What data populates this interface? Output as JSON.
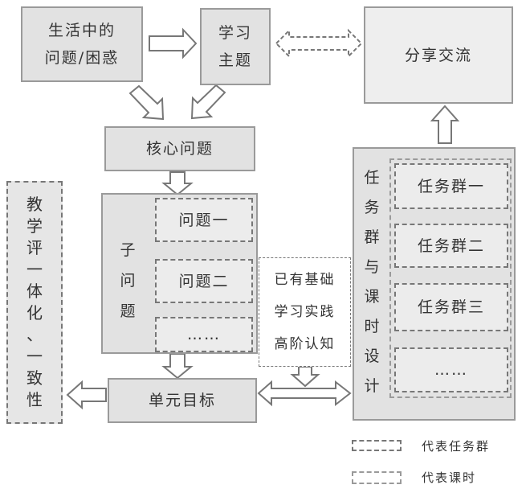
{
  "nodes": {
    "life_problem": "生活中的\n问题/困惑",
    "learning_theme": "学习\n主题",
    "share": "分享交流",
    "core_question": "核心问题",
    "sub_question_label": "子\n问\n题",
    "question_one": "问题一",
    "question_two": "问题二",
    "question_more": "……",
    "prior": "已有基础\n学习实践\n高阶认知",
    "unit_goal": "单元目标",
    "task_design": "任\n务\n群\n与\n课\n时\n设\n计",
    "task_group_1": "任务群一",
    "task_group_2": "任务群二",
    "task_group_3": "任务群三",
    "task_group_more": "……",
    "consistency": "教\n学\n评\n一\n体\n化\n、\n一\n致\n性"
  },
  "legend": {
    "task_group": "代表任务群",
    "class_hour": "代表课时"
  },
  "colors": {
    "box_fill": "#e2e2e2",
    "box_fill_light": "#eeeeee",
    "border": "#9a9a9a",
    "dash": "#777777"
  }
}
